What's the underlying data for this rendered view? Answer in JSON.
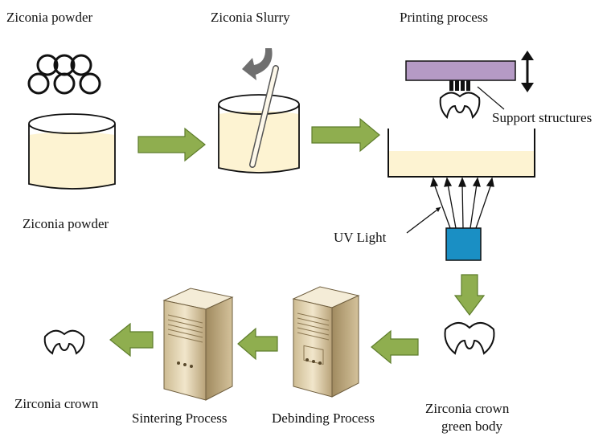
{
  "labels": {
    "powder_title": "Ziconia powder",
    "slurry_title": "Ziconia Slurry",
    "printing_title": "Printing process",
    "powder_caption": "Ziconia powder",
    "support": "Support structures",
    "uv": "UV Light",
    "green_body_line1": "Zirconia crown",
    "green_body_line2": "green body",
    "debinding": "Debinding Process",
    "sintering": "Sintering Process",
    "final_crown": "Zirconia crown"
  },
  "colors": {
    "slurry_fill": "#fdf3d2",
    "arrow_fill": "#8fae4f",
    "arrow_stroke": "#5e7d2c",
    "platform_fill": "#b59ac5",
    "uv_source_fill": "#1a8fc4",
    "furnace_body": "#e6d6b2",
    "furnace_shadow": "#b09a6e",
    "rotate_arrow": "#6f6f6f"
  },
  "icons": {
    "powder_particles": "circles-icon",
    "powder_container": "beaker-icon",
    "slurry_container": "beaker-icon",
    "stirring_rod": "stir-rod-icon",
    "rotation": "rotate-arrow-icon",
    "platform_motion": "double-arrow-vertical-icon",
    "vat": "resin-vat-icon",
    "uv_source": "uv-lamp-icon",
    "crown": "dental-crown-icon",
    "furnace": "server-furnace-icon"
  }
}
